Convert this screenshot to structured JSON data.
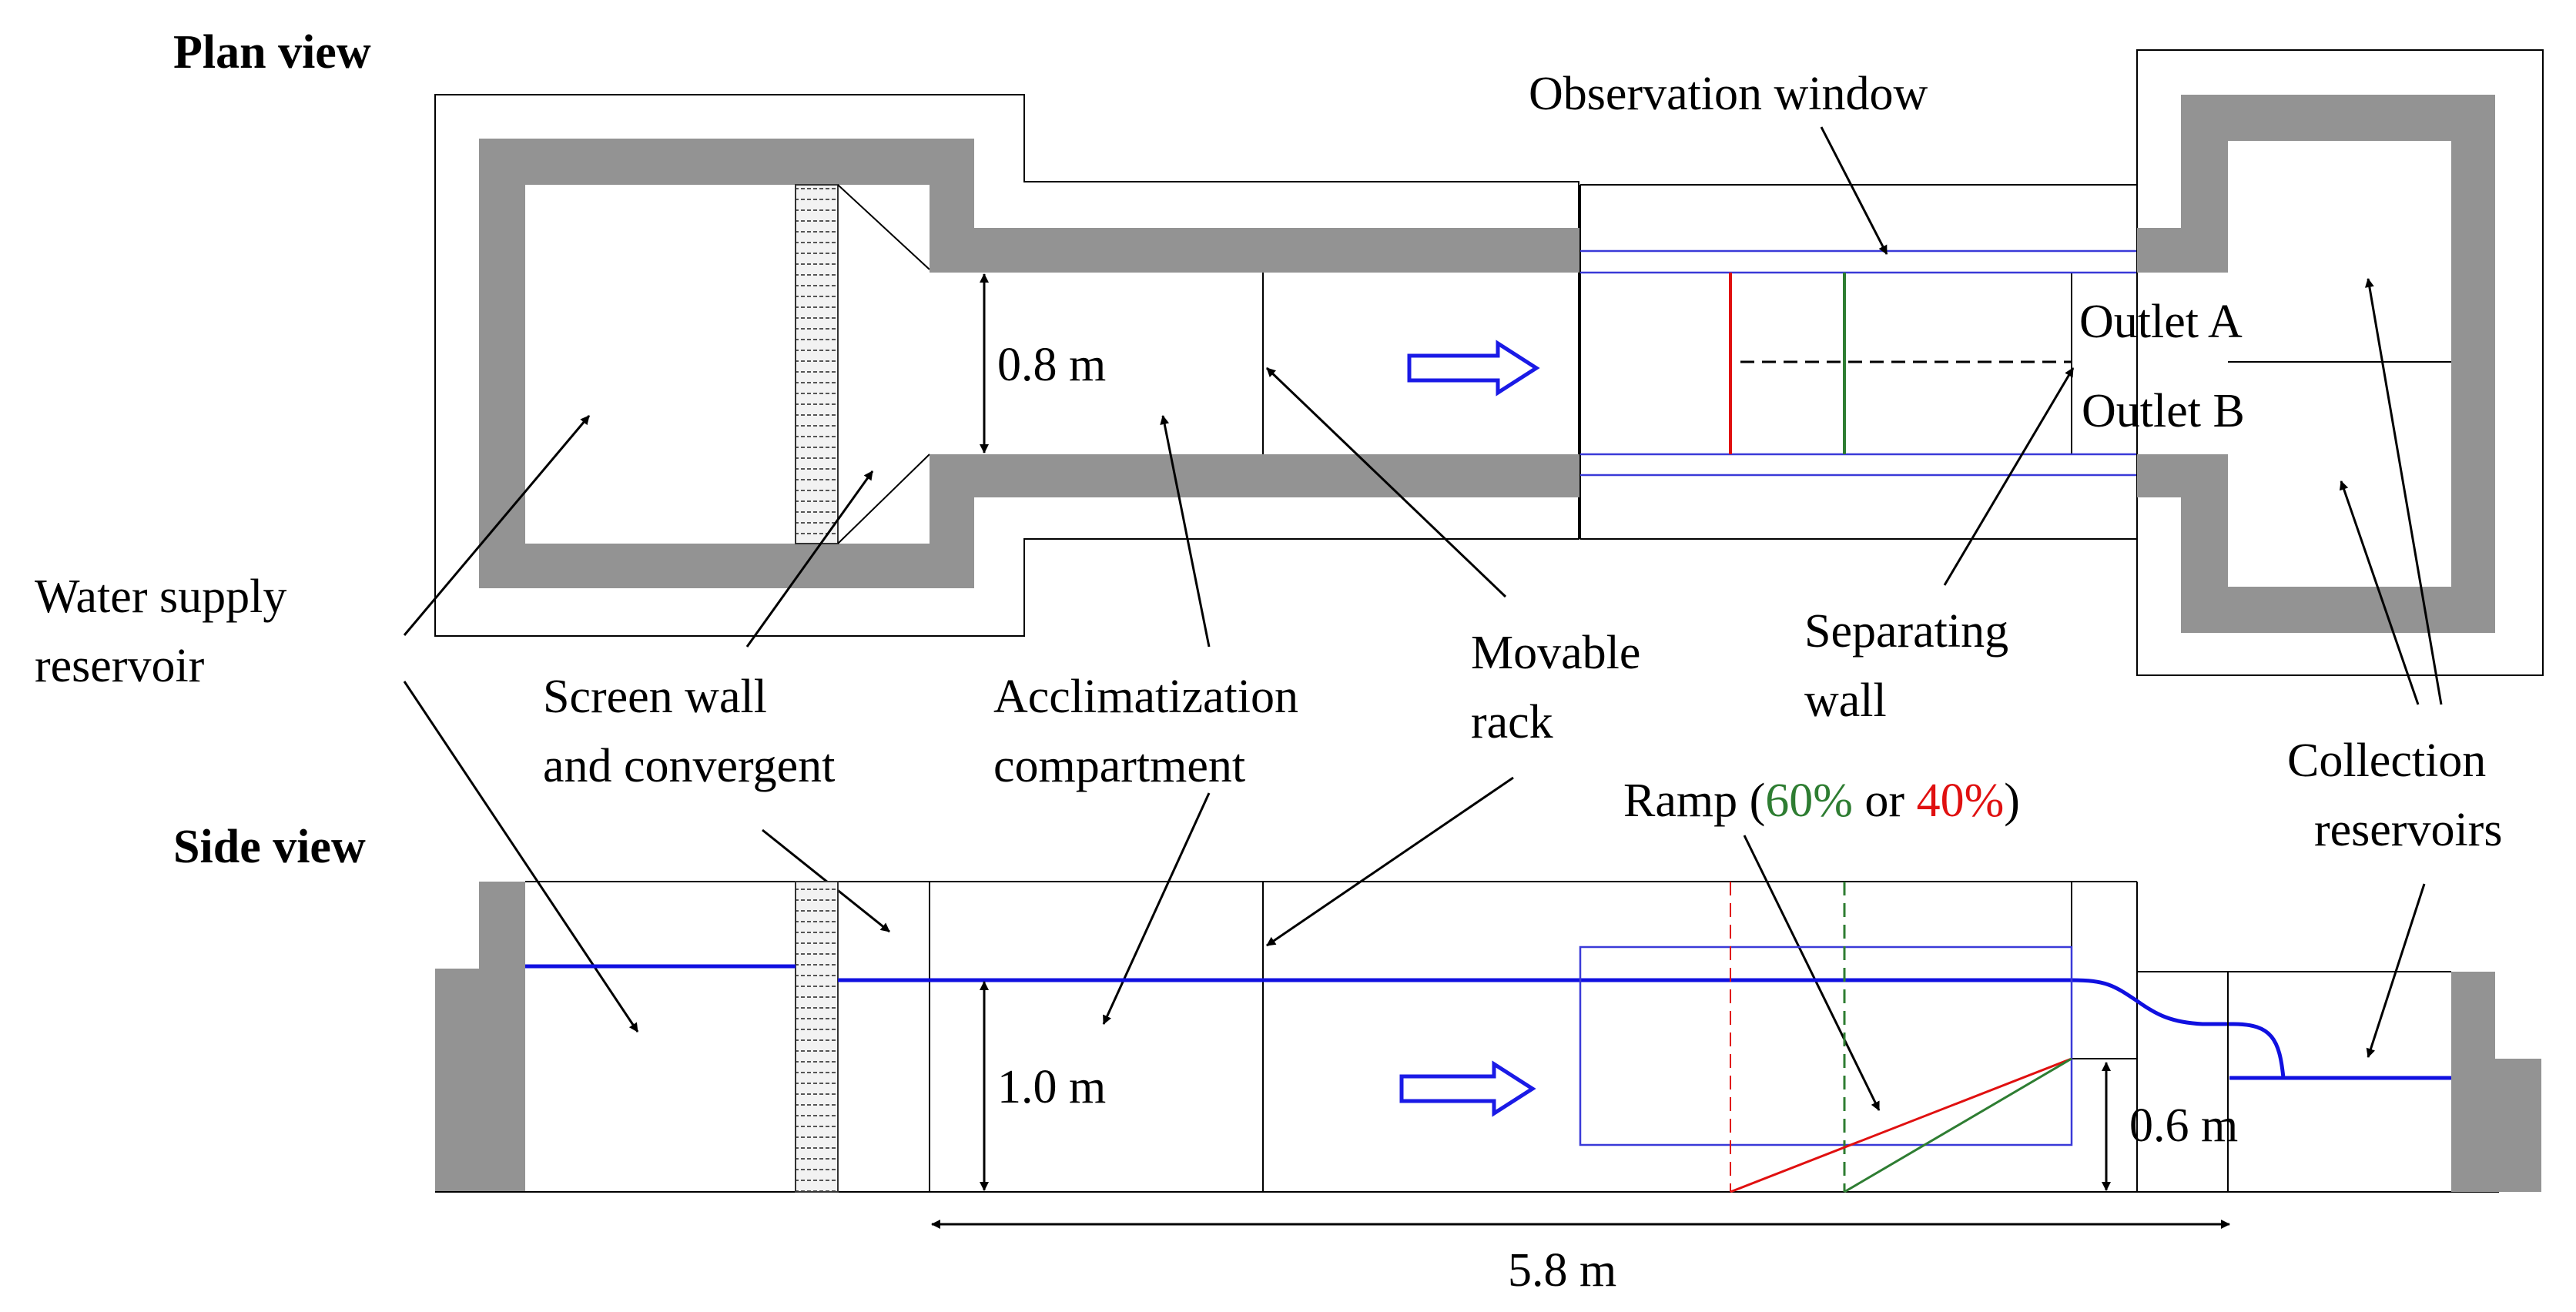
{
  "plan_title": "Plan view",
  "side_title": "Side view",
  "labels": {
    "observation_window": "Observation window",
    "outlet_a": "Outlet A",
    "outlet_b": "Outlet B",
    "water_supply_line1": "Water supply",
    "water_supply_line2": "reservoir",
    "screen_wall_line1": "Screen wall",
    "screen_wall_line2": "and convergent",
    "acclimatization_line1": "Acclimatization",
    "acclimatization_line2": "compartment",
    "movable_line1": "Movable",
    "movable_line2": "rack",
    "separating_line1": "Separating",
    "separating_line2": "wall",
    "collection_line1": "Collection",
    "collection_line2": "reservoirs",
    "ramp_prefix": "Ramp (",
    "ramp_60": "60%",
    "ramp_or": " or ",
    "ramp_40": "40%",
    "ramp_suffix": ")"
  },
  "dimensions": {
    "width": "0.8 m",
    "depth": "1.0 m",
    "ramp_height": "0.6 m",
    "length": "5.8 m"
  },
  "colors": {
    "wall": "#939393",
    "water": "#1010e0",
    "window": "#3a3ad8",
    "ramp_60": "#2e7d32",
    "ramp_40": "#e01010",
    "flow_arrow": "#1a1ae6",
    "screen": "#b8b8b8"
  }
}
